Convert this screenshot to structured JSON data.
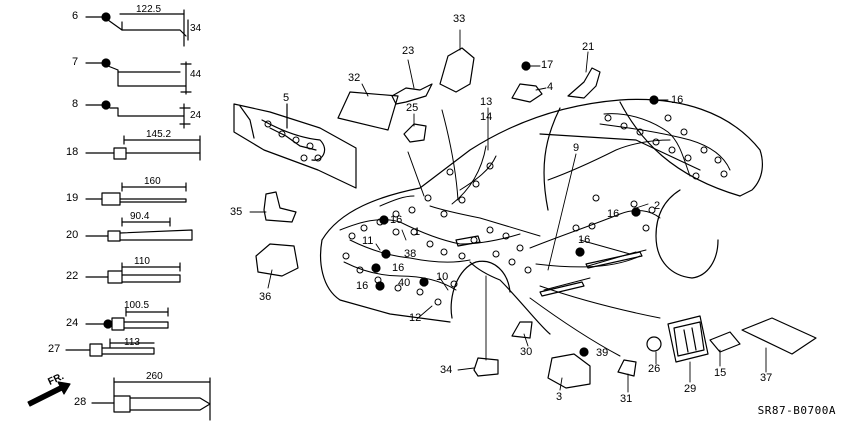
{
  "diagram": {
    "code": "SR87-B0700A",
    "front_label": "FR.",
    "callouts": [
      {
        "key": "c6",
        "text": "6"
      },
      {
        "key": "c7",
        "text": "7"
      },
      {
        "key": "c8",
        "text": "8"
      },
      {
        "key": "c18",
        "text": "18"
      },
      {
        "key": "c19",
        "text": "19"
      },
      {
        "key": "c20",
        "text": "20"
      },
      {
        "key": "c22",
        "text": "22"
      },
      {
        "key": "c24",
        "text": "24"
      },
      {
        "key": "c27",
        "text": "27"
      },
      {
        "key": "c28",
        "text": "28"
      },
      {
        "key": "c5",
        "text": "5"
      },
      {
        "key": "c32",
        "text": "32"
      },
      {
        "key": "c23",
        "text": "23"
      },
      {
        "key": "c33",
        "text": "33"
      },
      {
        "key": "c17",
        "text": "17"
      },
      {
        "key": "c21",
        "text": "21"
      },
      {
        "key": "c4",
        "text": "4"
      },
      {
        "key": "c16a",
        "text": "16"
      },
      {
        "key": "c25",
        "text": "25"
      },
      {
        "key": "c13",
        "text": "13"
      },
      {
        "key": "c14",
        "text": "14"
      },
      {
        "key": "c9",
        "text": "9"
      },
      {
        "key": "c2",
        "text": "2"
      },
      {
        "key": "c16b",
        "text": "16"
      },
      {
        "key": "c35",
        "text": "35"
      },
      {
        "key": "c16c",
        "text": "16"
      },
      {
        "key": "c1",
        "text": "1"
      },
      {
        "key": "c11",
        "text": "11"
      },
      {
        "key": "c38",
        "text": "38"
      },
      {
        "key": "c16d",
        "text": "16"
      },
      {
        "key": "c16e",
        "text": "16"
      },
      {
        "key": "c40",
        "text": "40"
      },
      {
        "key": "c10",
        "text": "10"
      },
      {
        "key": "c16f",
        "text": "16"
      },
      {
        "key": "c36",
        "text": "36"
      },
      {
        "key": "c12",
        "text": "12"
      },
      {
        "key": "c34",
        "text": "34"
      },
      {
        "key": "c30",
        "text": "30"
      },
      {
        "key": "c3",
        "text": "3"
      },
      {
        "key": "c39",
        "text": "39"
      },
      {
        "key": "c31",
        "text": "31"
      },
      {
        "key": "c26",
        "text": "26"
      },
      {
        "key": "c29",
        "text": "29"
      },
      {
        "key": "c15",
        "text": "15"
      },
      {
        "key": "c37",
        "text": "37"
      }
    ],
    "dimensions": [
      {
        "key": "d6w",
        "text": "122.5"
      },
      {
        "key": "d6h",
        "text": "34"
      },
      {
        "key": "d7h",
        "text": "44"
      },
      {
        "key": "d8h",
        "text": "24"
      },
      {
        "key": "d18",
        "text": "145.2"
      },
      {
        "key": "d19",
        "text": "160"
      },
      {
        "key": "d20",
        "text": "90.4"
      },
      {
        "key": "d22",
        "text": "110"
      },
      {
        "key": "d24",
        "text": "100.5"
      },
      {
        "key": "d27",
        "text": "113"
      },
      {
        "key": "d28",
        "text": "260"
      }
    ]
  }
}
